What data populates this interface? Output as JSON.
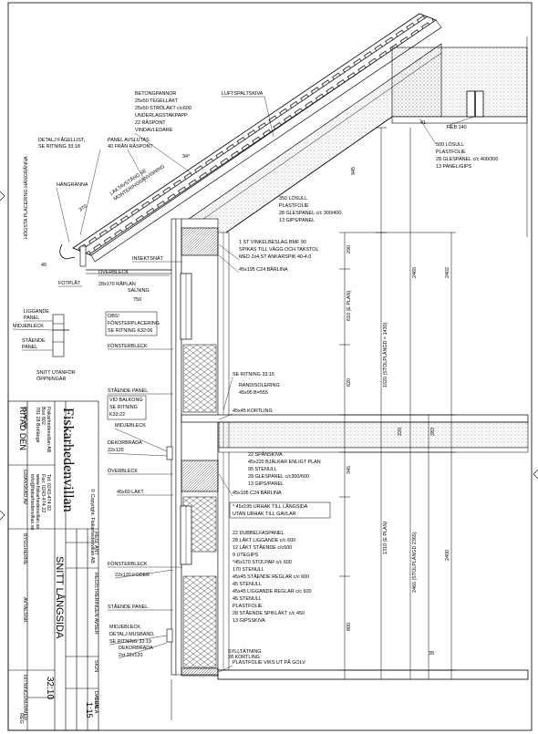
{
  "roof": {
    "betong": [
      "BETONGPANNOR",
      "25x50 TEGELLÄKT",
      "25x50 STRÖLÄKT c/c600",
      "UNDERLAGSTAKPAPP",
      "22 RÅSPONT",
      "VINDAVLEDARE"
    ],
    "luftspalt": "LUFTSPALTSKIVA",
    "fagellist": [
      "DETALJ FÅGELLIST,",
      "SE RITNING 33:18"
    ],
    "panel_avslutas": [
      "PANEL AVSLUTAS",
      "40 FRÅN RÅSPONT"
    ],
    "lakt_avstand": [
      "LÄKTAVSTÅND SE",
      "MONTERINGSANVISNING"
    ],
    "angle": "34°",
    "hangranna": "HÄNGRÄNNA",
    "hangranna_vertical": "HÖGSTA PLACERING HÄNGRÄNNA",
    "dim_370": "370",
    "dim_40": "40",
    "insektsnat": "INSEKTSNÄT",
    "overbleck": "ÖVERBLECK",
    "fotplat": "FOTPLÅT",
    "raplan": "28x170 RÅPLAN",
    "salning": "SALNING",
    "dim_750": "750",
    "heb": "HEB 140",
    "dim_41": "41",
    "dim_945": "945",
    "losull_right": [
      "500 LÖSULL",
      "PLASTFOLIE",
      "28 GLESPANEL c/c 400/300",
      "13 PANEL/GIPS"
    ],
    "losull_mid": [
      "350 LÖSULL",
      "PLASTFOLIE",
      "28 GLESPANEL c/c 300/400",
      "13 GIPS/PANEL"
    ]
  },
  "left_detail": {
    "liggande": [
      "LIGGANDE",
      "PANEL"
    ],
    "midjebleck": "MIDJEBLECK",
    "staende": [
      "STÅENDE",
      "PANEL"
    ],
    "snitt": [
      "SNITT UTANFÖR",
      "ÖPPNINGAR"
    ]
  },
  "wall": {
    "vinkelbeslag": [
      "1 ST VINKELBESLAG BMF 90",
      "SPIKAS TILL VÄGG OCH TAKSTOL",
      "MED 2x4 ST ANKARSPIK 40-4.0"
    ],
    "barlina_top": "45x195 C24 BÄRLINA",
    "obs": [
      "OBS!",
      "FÖNSTERPLACERING",
      "SE RITNING K32:06"
    ],
    "fonsterbleck_1": "FÖNSTERBLECK",
    "se_ritning_3315": "SE RITNING 33:15",
    "randisolering": [
      "RANDISOLERING",
      "45x95 B=555"
    ],
    "staende_panel": "STÅENDE PANEL",
    "vid_balkong": [
      "VID BALKONG",
      "SE RITNING",
      "K32:22"
    ],
    "kortling": "45x45 KORTLING",
    "midjebleck": "MIDJEBLECK",
    "dekorbrada": [
      "DEKORBRÄDA",
      "22x120"
    ],
    "overbleck": "ÖVERBLECK",
    "lakt_4560": "45x60 LÄKT",
    "bjalklag": [
      "22 SPÅNSKIVA",
      "45x220 BJÄLKAR ENLIGT PLAN",
      "95 STENULL",
      "28 GLESPANEL c/c300/600",
      "13 GIPS/PANEL"
    ],
    "barlina_mid": "45x195 C24 BÄRLINA",
    "urhakt": [
      "* 45x195 URHAK TILL LÅNGSIDA",
      "UTAN URHAK TILL GAVLAR"
    ],
    "wall_layers": [
      "22 DUBBELFASPANEL",
      "28 LÄKT LIGGANDE c/c 600",
      "12 LÄKT STÅENDE c/c600",
      "9 UTEGIPS",
      "*45x170 STOLPAR c/c 600",
      "170 STENULL",
      "45x45 STÅENDE REGLAR c/c 600",
      "45 STENULL",
      "45x45 LIGGANDE REGLAR c/c 600",
      "45 STENULL",
      "PLASTFOLIE",
      "28 STÅENDE SPIKLÄKT c/c 450",
      "13 GIPSSKIVA"
    ],
    "fonsterbleck_2": "FÖNSTERBLECK",
    "foder": "22x120 FODER",
    "staende_panel_2": "STÅENDE PANEL",
    "midjebleck_2": [
      "MIDJEBLECK",
      "DETALJ MUSBAND,",
      "SE RITNING 33:19"
    ],
    "dekorbrada_2": [
      "DEKORBRÄDA",
      "2st 22x120"
    ],
    "syll": [
      "SYLLTÄTNING",
      "28 KORTLING",
      "PLASTFOLIE VIKS UT PÅ GOLV"
    ]
  },
  "dims": {
    "d290": "290",
    "d610": "610 (E PLAN)",
    "d620": "620",
    "d1520": "1520 (STOLPLÄNGD = 1430)",
    "d2465": "2465",
    "d2402": "2402",
    "d220": "220",
    "d283": "283",
    "d345": "345",
    "d1310": "1310 (E PLAN)",
    "d2465b": "2465 (STOLPLÄNGD 2365)",
    "d2400": "2400",
    "d800": "800",
    "d35": "35"
  },
  "title_block": {
    "copyright": "© Copyright: Fiskarhedenvillan AB",
    "company": "Fiskarhedenvillan",
    "address": [
      "Fiskarhedenvillan AB",
      "Box 802",
      "781 28 Borlänge"
    ],
    "contact": [
      "Tel: 0243-474 82",
      "Fax: 0243-474 22",
      "www.fiskarhedenvillan.se",
      "info@fiskarhedenvillan.se"
    ],
    "ritad_av": "RITAD AV",
    "granskad_av": "GRANSKAD AV",
    "ritad_den": "RITAD DEN",
    "byggherre": "BYGGHERRE",
    "avtalsnr": "AVTALSNR.",
    "title": "SNITT LÅNGSIDA",
    "ritningsnummer": "RITNINGSNUMMER",
    "number": "32:10",
    "skala_label": "SKALA",
    "skala": "1:15",
    "reg": "REG",
    "revision_headers": [
      "REG",
      "ANT",
      "REGISTRERINGEN AVSER",
      "SIGN",
      "DATUM"
    ]
  }
}
